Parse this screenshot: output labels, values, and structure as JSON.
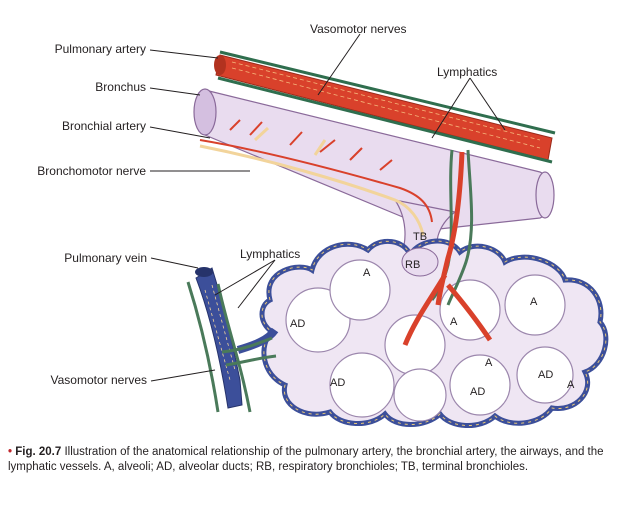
{
  "labels": {
    "vasomotor_nerves_top": "Vasomotor nerves",
    "pulmonary_artery": "Pulmonary artery",
    "lymphatics_top": "Lymphatics",
    "bronchus": "Bronchus",
    "bronchial_artery": "Bronchial artery",
    "bronchomotor_nerve": "Bronchomotor nerve",
    "pulmonary_vein": "Pulmonary vein",
    "lymphatics_left": "Lymphatics",
    "vasomotor_nerves_left": "Vasomotor nerves"
  },
  "inner_labels": {
    "tb": "TB",
    "rb": "RB",
    "a1": "A",
    "a2": "A",
    "a3": "A",
    "a4": "A",
    "a5": "A",
    "ad1": "AD",
    "ad2": "AD",
    "ad3": "AD",
    "ad4": "AD"
  },
  "caption": {
    "bullet": "•",
    "fig": "Fig. 20.7",
    "text": " Illustration of the anatomical relationship of the pulmonary artery, the bronchial artery, the airways, and the lymphatic vessels. A, alveoli; AD, alveolar ducts; RB, respiratory bronchioles; TB, terminal bronchioles."
  },
  "colors": {
    "artery": "#d9412b",
    "bronchus": "#e7d9ee",
    "nerve_green": "#4a7a5a",
    "vein": "#3c4f9a",
    "nerve_yellow": "#f2d49b"
  }
}
